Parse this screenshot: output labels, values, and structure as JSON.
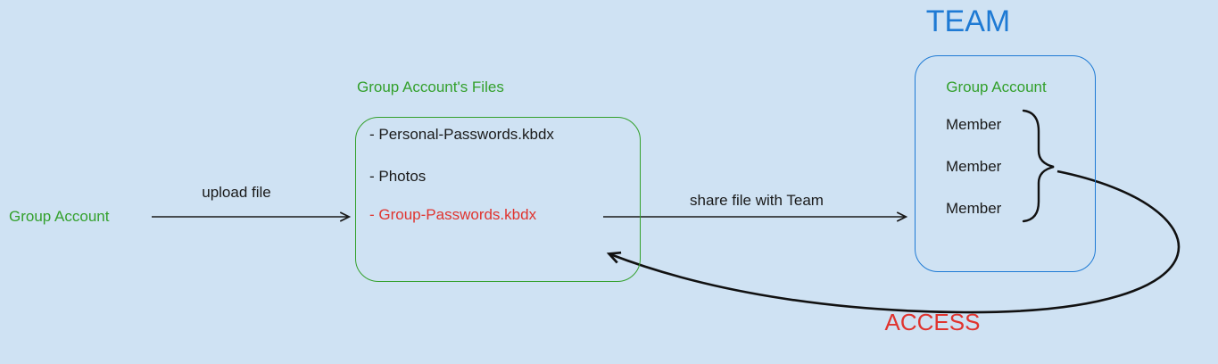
{
  "colors": {
    "bg": "#cfe2f3",
    "green": "#33a02c",
    "blue": "#1e7ad4",
    "red": "#e0342f",
    "line": "#1a1a1a"
  },
  "left_actor": "Group Account",
  "upload_label": "upload file",
  "files_box": {
    "title": "Group Account's Files",
    "items": [
      {
        "text": "- Personal-Passwords.kbdx",
        "color": "black"
      },
      {
        "text": "- Photos",
        "color": "black"
      },
      {
        "text": "- Group-Passwords.kbdx",
        "color": "red"
      }
    ]
  },
  "share_label": "share file with Team",
  "team_box": {
    "title": "TEAM",
    "subtitle": "Group Account",
    "members": [
      "Member",
      "Member",
      "Member"
    ]
  },
  "access_label": "ACCESS"
}
